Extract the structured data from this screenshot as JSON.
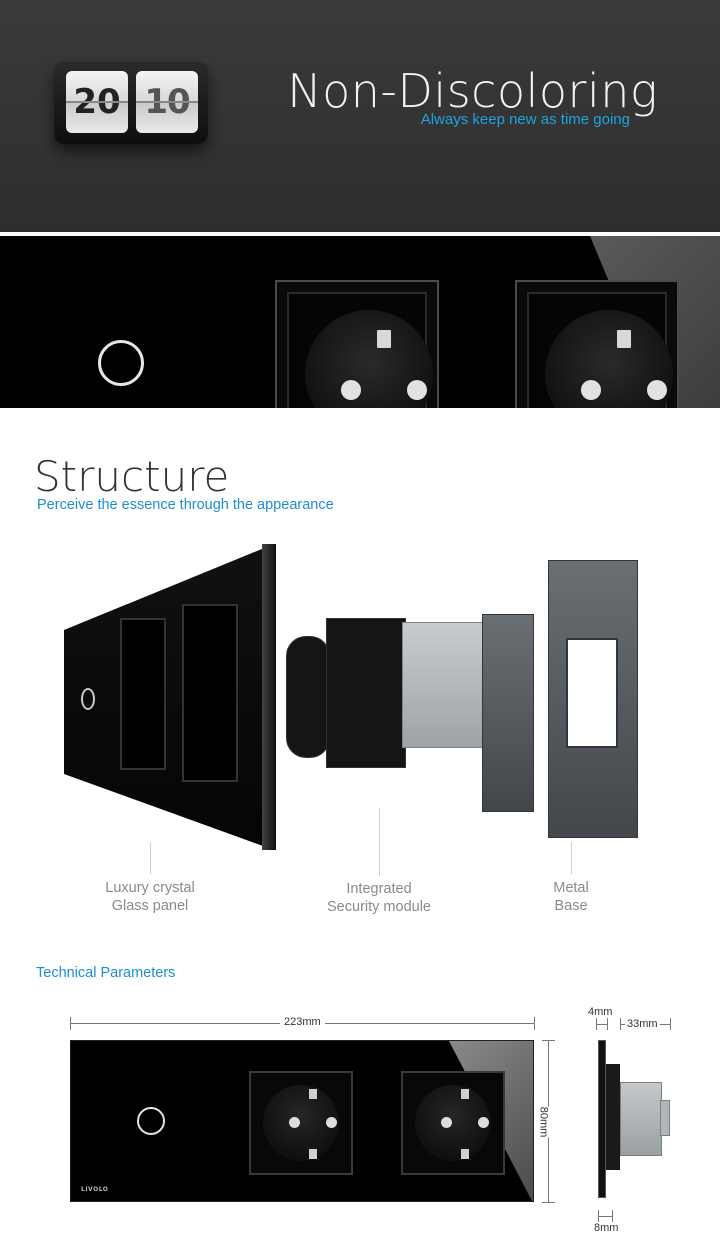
{
  "hero": {
    "clock_hour": "20",
    "clock_minute": "10",
    "title": "Non-Discoloring",
    "subtitle": "Always keep new as time going"
  },
  "structure": {
    "title": "Structure",
    "subtitle": "Perceive the essence  through the appearance"
  },
  "components": [
    {
      "line1": "Luxury crystal",
      "line2": "Glass panel"
    },
    {
      "line1": "Integrated",
      "line2": "Security module"
    },
    {
      "line1": "Metal",
      "line2": "Base"
    }
  ],
  "technical": {
    "title": "Technical Parameters",
    "width": "223mm",
    "height": "80mm",
    "panel_thickness": "4mm",
    "module_depth": "33mm",
    "base_thickness": "8mm",
    "brand": "LIVOLO"
  },
  "colors": {
    "accent_blue": "#1e8ed0",
    "hero_bg": "#333333",
    "panel_black": "#000000"
  }
}
